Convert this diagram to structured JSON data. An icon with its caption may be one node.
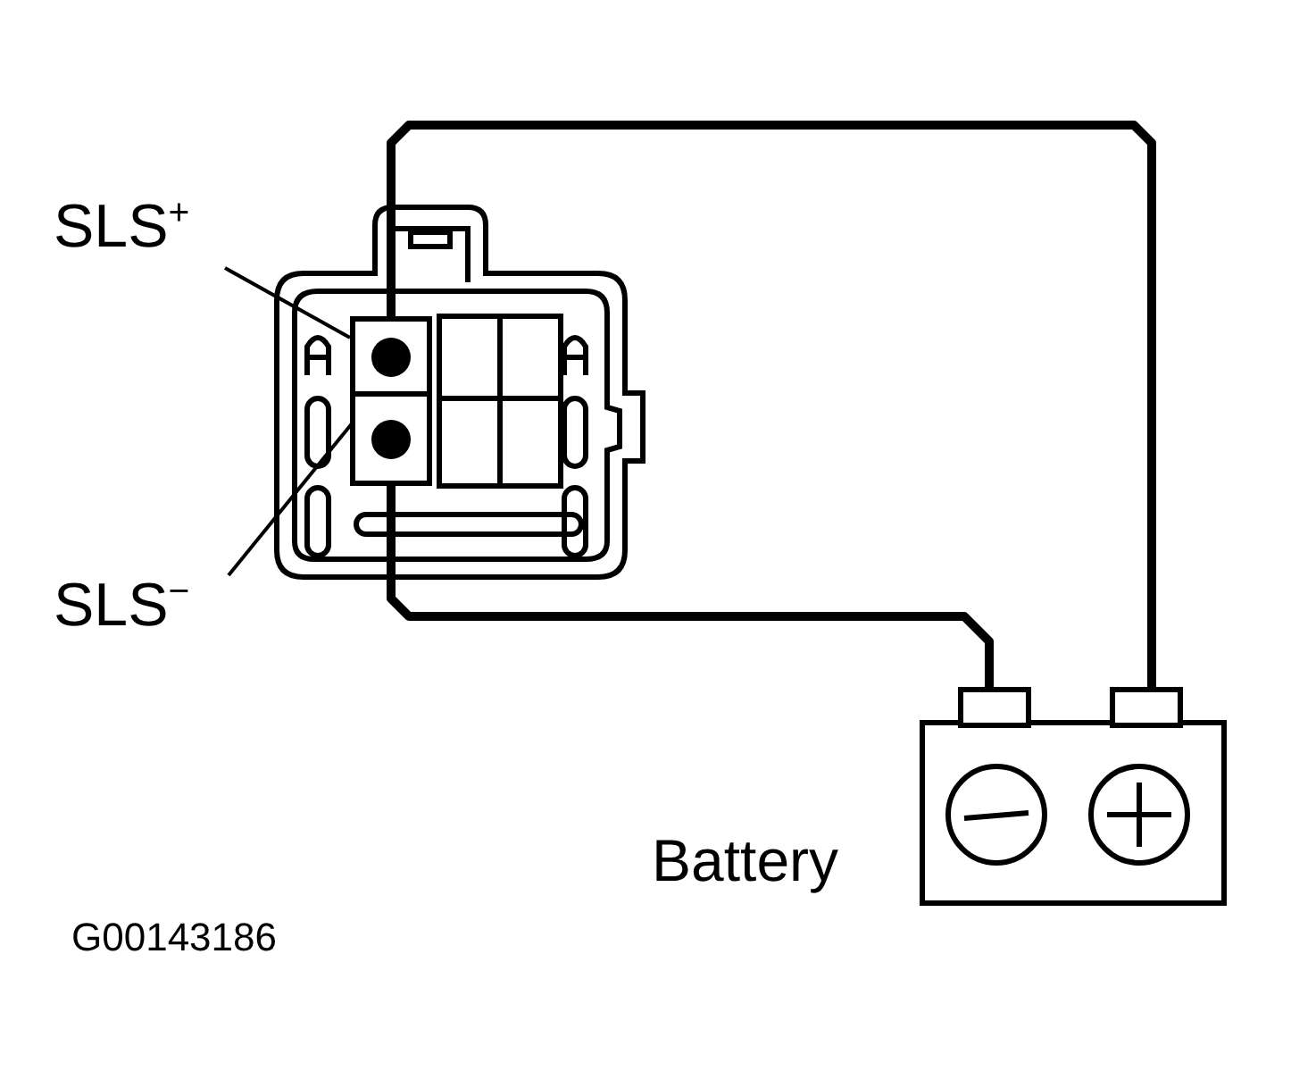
{
  "diagram": {
    "nodes": [
      {
        "text": [
          "SLS$^{+}$"
        ]
      },
      {
        "text": [
          "SLS$^{−}$"
        ]
      },
      {
        "text": [],
        "shape": "picture"
      },
      {
        "text": [],
        "shape": "box",
        "in": 2
      },
      {
        "text": [],
        "shape": "box",
        "in": 2
      },
      {
        "text": [],
        "shape": "picture",
        "beside": [
          "Battery"
        ]
      }
    ],
    "edges": [
      {
        "from": 0,
        "to": 3,
        "arrow": "none"
      },
      {
        "from": 1,
        "to": 4,
        "arrow": "none"
      },
      {
        "from": 3,
        "to": 5,
        "arrow": "none",
        "style": "thick"
      },
      {
        "from": 4,
        "to": 5,
        "arrow": "none",
        "style": "thick"
      }
    ],
    "labels": [
      "G00143186"
    ]
  }
}
